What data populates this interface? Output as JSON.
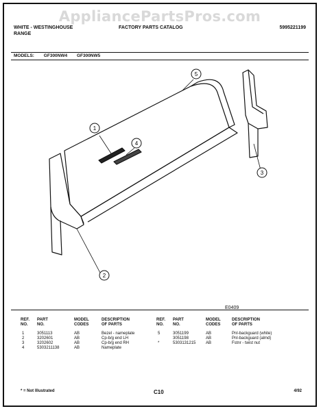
{
  "watermark": "AppliancePartsPros.com",
  "header": {
    "brand": "WHITE - WESTINGHOUSE",
    "subtitle": "RANGE",
    "catalog": "FACTORY PARTS CATALOG",
    "catalog_number": "5995221199"
  },
  "models": {
    "label": "MODELS:",
    "items": [
      "GF300NW4",
      "GF300NW5"
    ]
  },
  "diagram": {
    "callouts": [
      "1",
      "2",
      "3",
      "4",
      "5"
    ],
    "figure_code": "E0409"
  },
  "parts_table": {
    "headers": {
      "ref": "REF.",
      "ref2": "NO.",
      "part": "PART",
      "part2": "NO.",
      "model": "MODEL",
      "model2": "CODES",
      "desc": "DESCRIPTION",
      "desc2": "OF PARTS"
    },
    "left_rows": [
      {
        "ref": "1",
        "part": "3051113",
        "model": "AB",
        "desc": "Bezel - nameplate"
      },
      {
        "ref": "2",
        "part": "3202601",
        "model": "AB",
        "desc": "Cp-b/g end LH"
      },
      {
        "ref": "3",
        "part": "3202602",
        "model": "AB",
        "desc": "Cp-b/g end RH"
      },
      {
        "ref": "4",
        "part": "5303211138",
        "model": "AB",
        "desc": "Nameplate"
      }
    ],
    "right_rows": [
      {
        "ref": "5",
        "part": "3051199",
        "model": "AB",
        "desc": "Pnl-backguard (white)"
      },
      {
        "ref": "",
        "part": "3051198",
        "model": "AB",
        "desc": "Pnl-backguard (almd)"
      },
      {
        "ref": "*",
        "part": "5303131215",
        "model": "AB",
        "desc": "Fstnr - twist nut"
      }
    ]
  },
  "footer": {
    "note": "* = Not Illustrated",
    "page": "C10",
    "date": "4/92"
  }
}
